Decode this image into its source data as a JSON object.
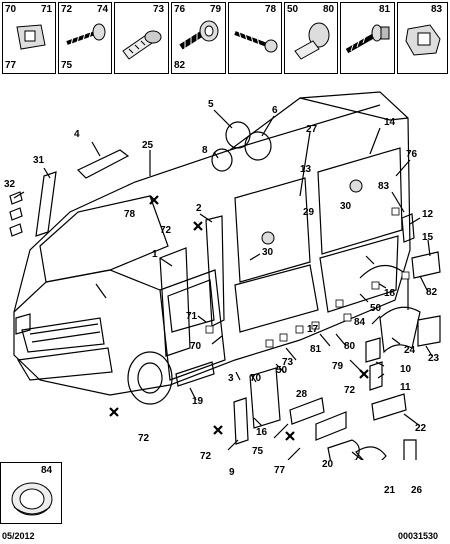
{
  "header_cells": [
    {
      "labels": [
        "70",
        "71",
        "77"
      ]
    },
    {
      "labels": [
        "72",
        "74",
        "75"
      ]
    },
    {
      "labels": [
        "73"
      ]
    },
    {
      "labels": [
        "76",
        "79",
        "82"
      ]
    },
    {
      "labels": [
        "78"
      ]
    },
    {
      "labels": [
        "50",
        "80"
      ]
    },
    {
      "labels": [
        "81"
      ]
    },
    {
      "labels": [
        "83"
      ]
    }
  ],
  "callouts": {
    "c1": "1",
    "c2": "2",
    "c3": "3",
    "c4": "4",
    "c5": "5",
    "c6": "6",
    "c8": "8",
    "c9": "9",
    "c10": "10",
    "c11": "11",
    "c12": "12",
    "c13": "13",
    "c14": "14",
    "c15": "15",
    "c16": "16",
    "c17": "17",
    "c18": "18",
    "c19": "19",
    "c20": "20",
    "c21": "21",
    "c22": "22",
    "c23": "23",
    "c24": "24",
    "c25": "25",
    "c26": "26",
    "c27": "27",
    "c28": "28",
    "c29": "29",
    "c30a": "30",
    "c30b": "30",
    "c31": "31",
    "c32": "32",
    "c50a": "50",
    "c50b": "50",
    "c70a": "70",
    "c70b": "70",
    "c71": "71",
    "c72a": "72",
    "c72b": "72",
    "c72c": "72",
    "c72d": "72",
    "c73": "73",
    "c75": "75",
    "c76": "76",
    "c77": "77",
    "c78": "78",
    "c79": "79",
    "c80": "80",
    "c81": "81",
    "c82": "82",
    "c83": "83",
    "c84": "84"
  },
  "inset_label": "84",
  "footer_date": "05/2012",
  "footer_code": "00031530"
}
